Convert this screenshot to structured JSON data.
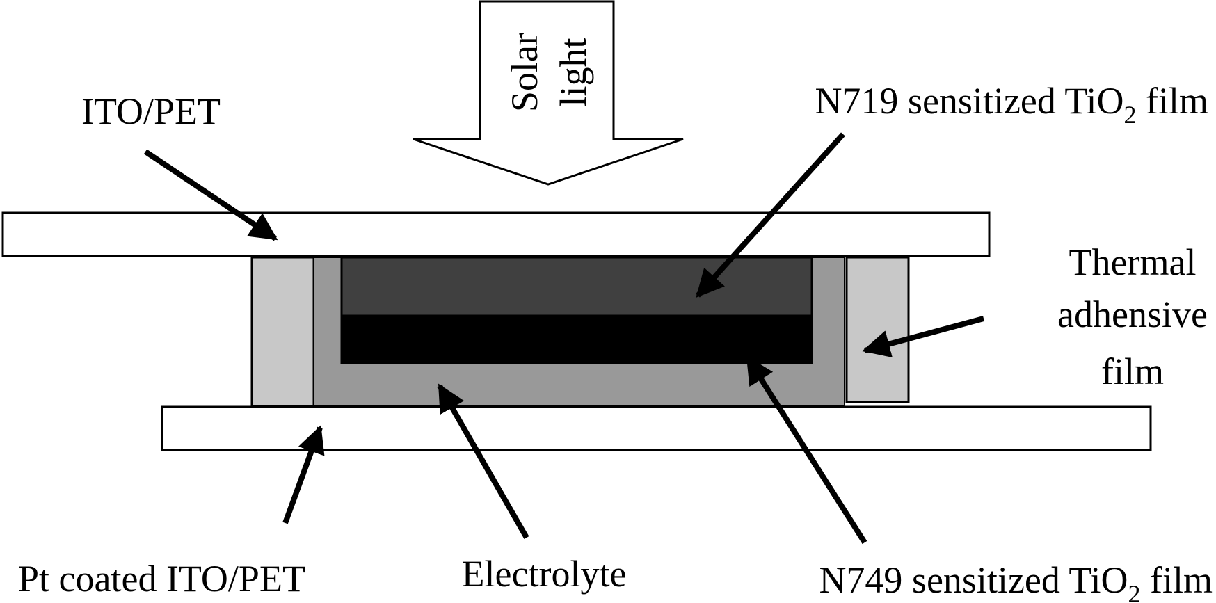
{
  "labels": {
    "ito_pet": "ITO/PET",
    "solar": "Solar",
    "light": "light",
    "n719": {
      "prefix": "N719 sensitized TiO",
      "sub": "2",
      "suffix": " film"
    },
    "thermal": "Thermal",
    "adhensive": "adhensive",
    "film": "film",
    "pt_coated": "Pt coated ITO/PET",
    "electrolyte": "Electrolyte",
    "n749": {
      "prefix": "N749 sensitized TiO",
      "sub": "2",
      "suffix": " film"
    }
  },
  "colors": {
    "substrate": "#ffffff",
    "adhesive": "#c8c8c8",
    "electrolyte": "#999999",
    "n719_film": "#404040",
    "n749_film": "#000000",
    "outline": "#000000"
  }
}
